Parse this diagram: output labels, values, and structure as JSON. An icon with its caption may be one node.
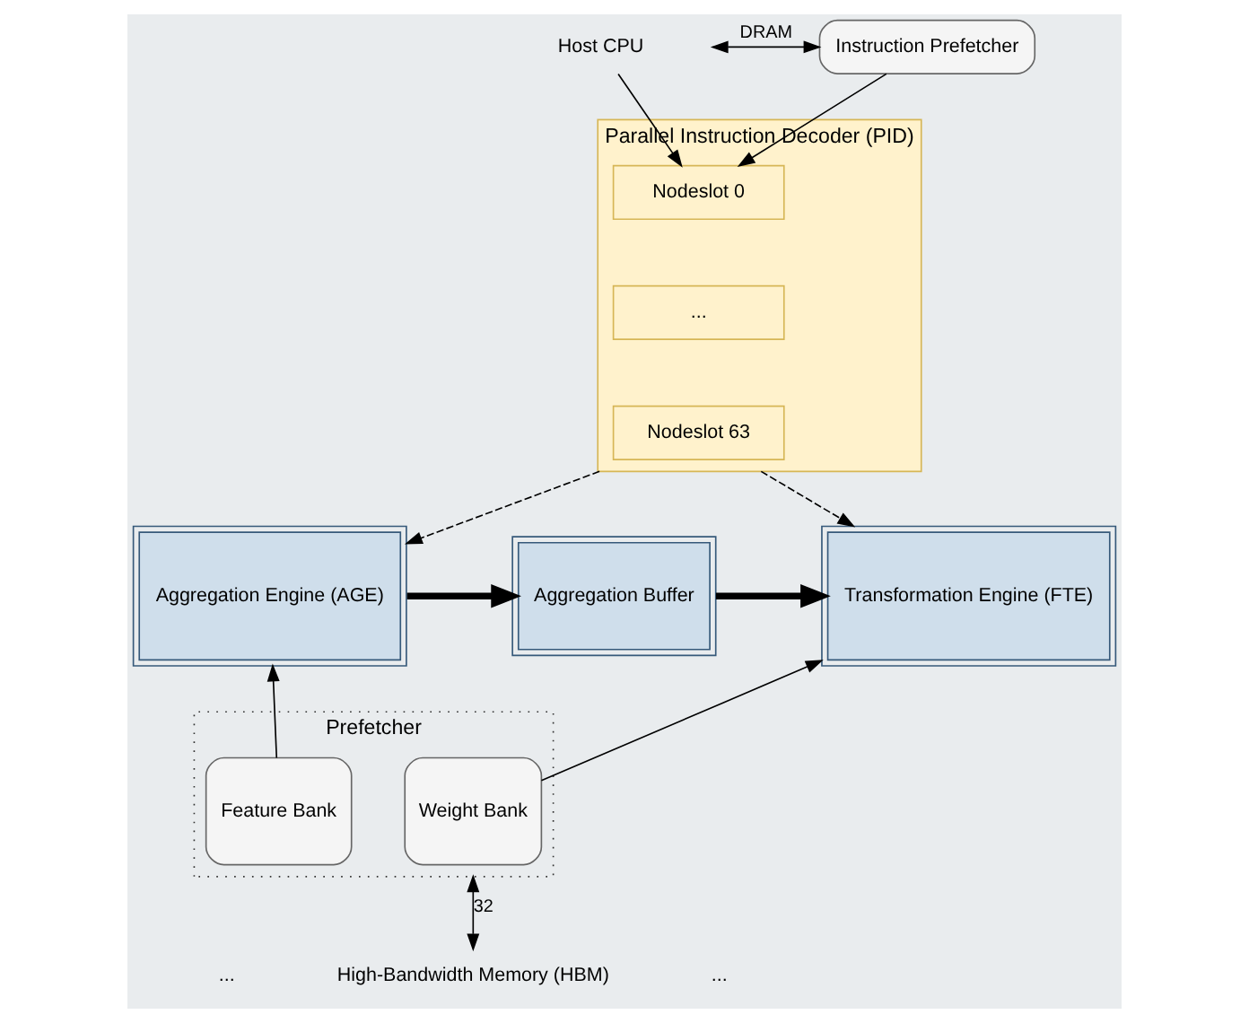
{
  "diagram": {
    "nodes": [
      {
        "text": [
          "Instruction Prefetcher"
        ]
      },
      {
        "text": [
          "Parallel Instruction Decoder (PID)"
        ]
      },
      {
        "text": [
          "Nodeslot 0"
        ],
        "in": 1
      },
      {
        "text": [
          "..."
        ],
        "in": 1
      },
      {
        "text": [
          "Nodeslot 63"
        ],
        "in": 1
      },
      {
        "text": [
          "Host CPU"
        ]
      },
      {
        "text": [
          "Aggregation Engine (AGE)"
        ]
      },
      {
        "text": [
          "Aggregation Buffer"
        ]
      },
      {
        "text": [
          "Transformation Engine (FTE)"
        ]
      },
      {
        "text": [
          "Prefetcher"
        ]
      },
      {
        "text": [
          "Feature Bank"
        ],
        "in": 9
      },
      {
        "text": [
          "Weight Bank"
        ],
        "in": 9
      },
      {
        "text": [
          "High-Bandwidth Memory (HBM)"
        ]
      }
    ],
    "edges": [
      {
        "from": null,
        "to": 0,
        "arrow": "both",
        "label": "DRAM"
      },
      {
        "from": 0,
        "to": 2,
        "arrow": "to"
      },
      {
        "from": 5,
        "to": 2,
        "arrow": "to"
      },
      {
        "from": 1,
        "to": 6,
        "arrow": "to",
        "style": "dashed"
      },
      {
        "from": 1,
        "to": 8,
        "arrow": "to",
        "style": "dashed"
      },
      {
        "from": 6,
        "to": 7,
        "arrow": "to",
        "style": "thick"
      },
      {
        "from": 7,
        "to": 8,
        "arrow": "to",
        "style": "thick"
      },
      {
        "from": 10,
        "to": 6,
        "arrow": "to"
      },
      {
        "from": 11,
        "to": 8,
        "arrow": "to"
      },
      {
        "from": 9,
        "to": 12,
        "arrow": "both",
        "label": "32"
      }
    ],
    "labels": [
      "...",
      "..."
    ]
  }
}
